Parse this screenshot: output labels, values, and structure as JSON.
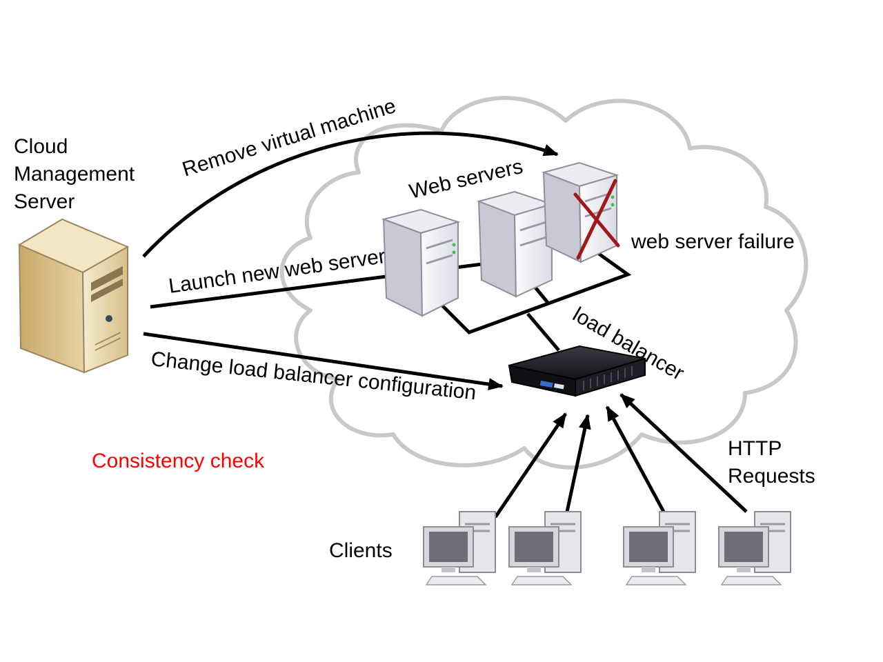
{
  "labels": {
    "cloud_management_server": [
      "Cloud",
      "Management",
      "Server"
    ],
    "web_servers": "Web servers",
    "remove_vm": "Remove virtual machine",
    "launch_server": "Launch new web server",
    "web_server_failure": "web server failure",
    "load_balancer": "load balancer",
    "change_lb_config": "Change load balancer configuration",
    "consistency_check": "Consistency check",
    "http_requests": [
      "HTTP",
      "Requests"
    ],
    "clients": "Clients"
  },
  "colors": {
    "consistency_check": "#ff0000",
    "failure_cross": "#a01818",
    "cloud_outline": "#c8c8c8",
    "arrow": "#000000",
    "management_server_body": "#e9d6ae",
    "web_server_body": "#f1f1f6",
    "load_balancer_body": "#1c1c22"
  },
  "icons": {
    "management_server": "server-tower-icon",
    "web_server": "server-tower-icon",
    "load_balancer": "network-appliance-icon",
    "client": "desktop-computer-icon"
  }
}
